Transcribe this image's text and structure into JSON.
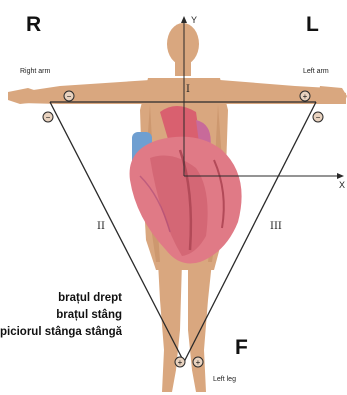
{
  "corners": {
    "right_arm_letter": "R",
    "left_arm_letter": "L",
    "foot_letter": "F"
  },
  "limb_labels": {
    "right_arm": "Right arm",
    "left_arm": "Left arm",
    "left_leg": "Left leg"
  },
  "leads": {
    "lead_1": "I",
    "lead_2": "II",
    "lead_3": "III"
  },
  "axes": {
    "y": "Y",
    "x": "X"
  },
  "electrode_signs": {
    "right_arm_top": "−",
    "right_arm_side": "−",
    "left_arm_top": "+",
    "left_arm_side": "−",
    "foot_left": "+",
    "foot_right": "+"
  },
  "legend": {
    "line_1": "brațul drept",
    "line_2": "brațul stâng",
    "line_3": "piciorul stânga stângă"
  },
  "colors": {
    "skin": "#d9a77f",
    "skin_shadow": "#c48d63",
    "heart": "#e07a86",
    "heart_dark": "#b24a58",
    "vessel_blue": "#6f9fd1",
    "line": "#2a2a2a"
  }
}
